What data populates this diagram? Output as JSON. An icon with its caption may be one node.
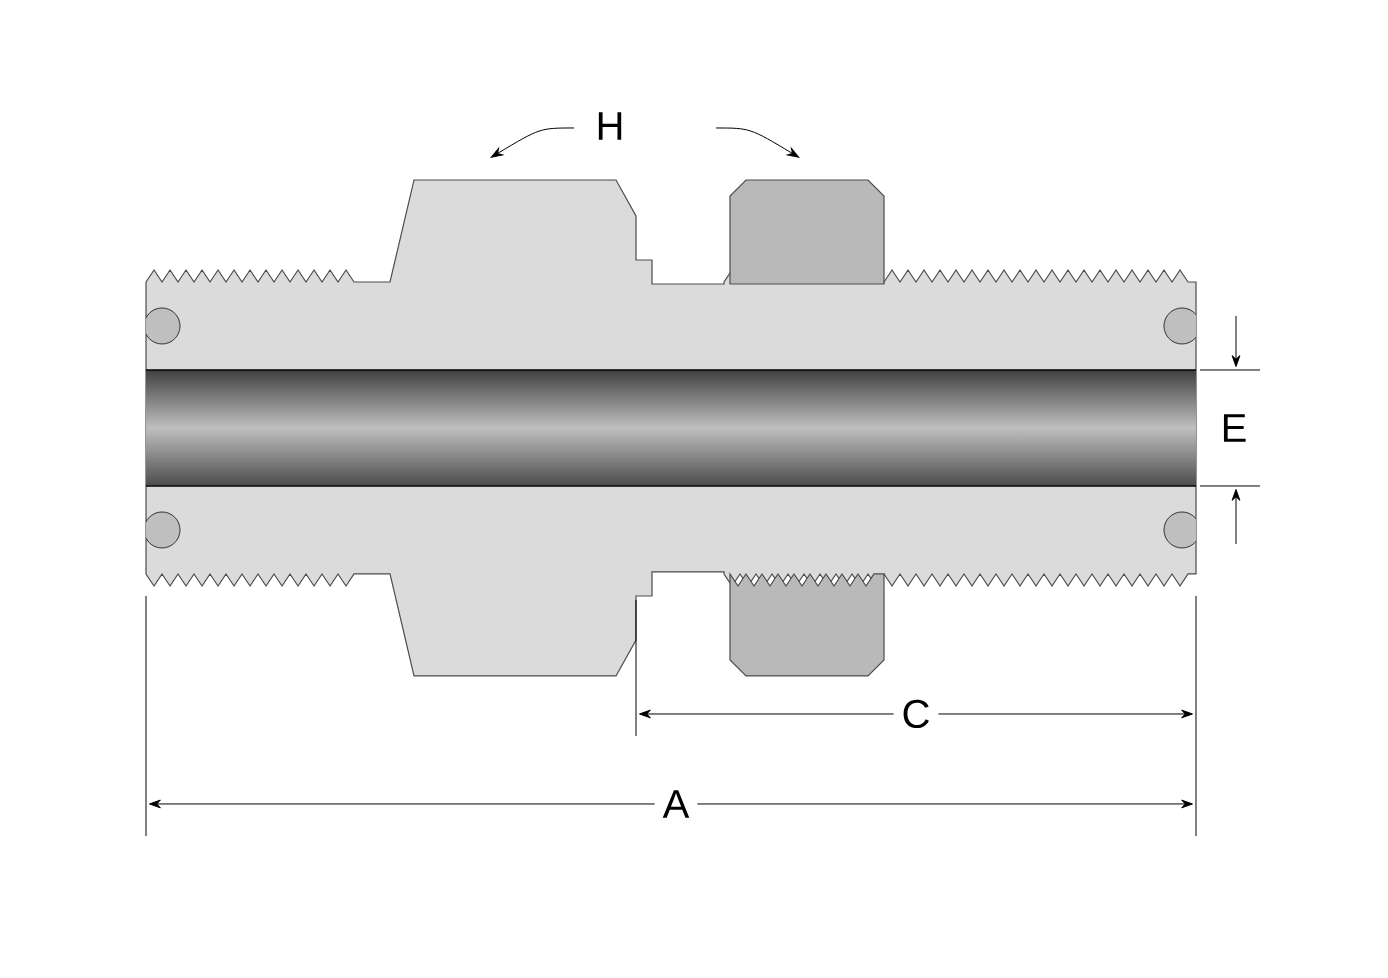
{
  "diagram": {
    "labels": [
      "H",
      "E",
      "C",
      "A"
    ]
  }
}
